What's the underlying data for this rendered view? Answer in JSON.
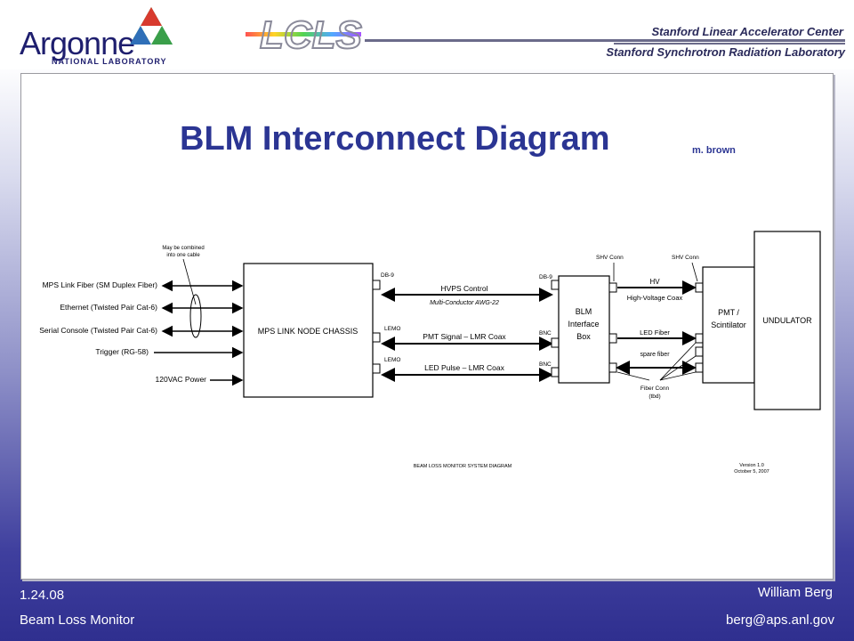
{
  "header": {
    "org_left": "Argonne",
    "org_left_sub": "NATIONAL LABORATORY",
    "logo_center": "LCLS",
    "org_right_1": "Stanford Linear Accelerator Center",
    "org_right_2": "Stanford Synchrotron Radiation Laboratory"
  },
  "slide": {
    "title": "BLM Interconnect Diagram",
    "author": "m. brown"
  },
  "diagram": {
    "note": [
      "May be combined",
      "into one cable"
    ],
    "inputs": [
      "MPS Link Fiber (SM Duplex Fiber)",
      "Ethernet (Twisted Pair Cat-6)",
      "Serial Console (Twisted Pair Cat-6)",
      "Trigger (RG-58)",
      "120VAC Power"
    ],
    "chassis_label": "MPS LINK NODE CHASSIS",
    "chassis_ports": [
      "DB-9",
      "LEMO",
      "LEMO"
    ],
    "links": [
      {
        "top": "HVPS Control",
        "bottom": "Multi-Conductor AWG-22"
      },
      {
        "top": "PMT Signal – LMR Coax",
        "bottom": ""
      },
      {
        "top": "LED Pulse – LMR Coax",
        "bottom": ""
      }
    ],
    "blm_ports": [
      "DB-9",
      "BNC",
      "BNC"
    ],
    "blm_box": [
      "BLM",
      "Interface",
      "Box"
    ],
    "shv_left": "SHV Conn",
    "shv_right": "SHV Conn",
    "hv_top": "HV",
    "hv_bottom": "High-Voltage Coax",
    "led_fiber": "LED Fiber",
    "spare_fiber": "spare fiber",
    "fiber_conn": [
      "Fiber Conn",
      "(tbd)"
    ],
    "pmt_box": [
      "PMT /",
      "Scintilator"
    ],
    "undulator": "UNDULATOR",
    "caption": "BEAM LOSS MONITOR SYSTEM DIAGRAM",
    "version": [
      "Version 1.0",
      "October 5, 2007"
    ]
  },
  "footer": {
    "date": "1.24.08",
    "subject": "Beam Loss Monitor",
    "name": "William Berg",
    "email": "berg@aps.anl.gov"
  }
}
